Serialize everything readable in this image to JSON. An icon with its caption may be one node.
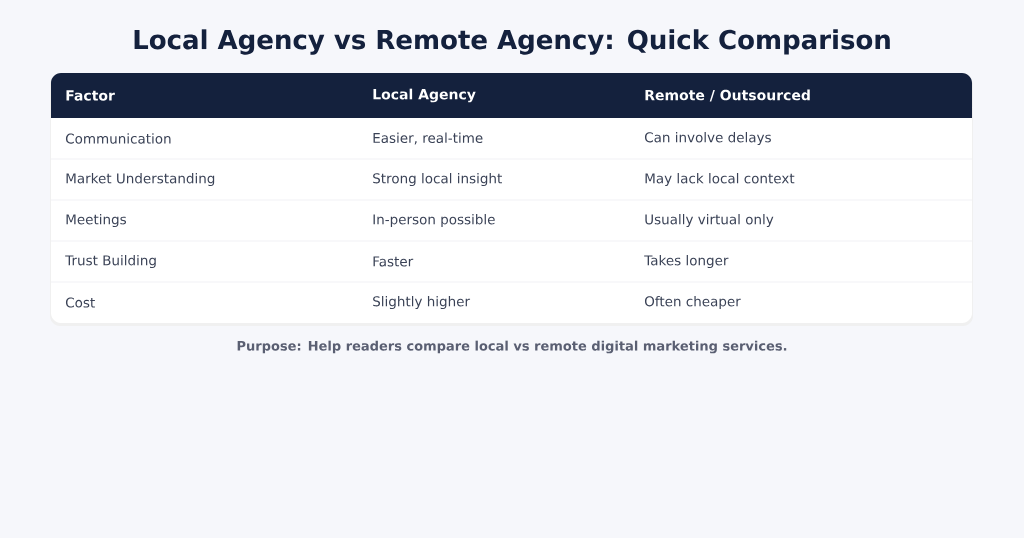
{
  "diagram": {
    "title": "Local Agency vs Remote Agency: Quick Comparison",
    "caption": "Purpose: Help readers compare local vs remote digital marketing services.",
    "labels": [
      "Factor",
      "Local Agency",
      "Remote / Outsourced",
      "Communication",
      "Easier, real-time",
      "Can involve delays",
      "Market Understanding",
      "Strong local insight",
      "May lack local context",
      "Meetings",
      "In-person possible",
      "Usually virtual only",
      "Trust Building",
      "Faster",
      "Takes longer",
      "Cost",
      "Slightly higher",
      "Often cheaper"
    ]
  }
}
